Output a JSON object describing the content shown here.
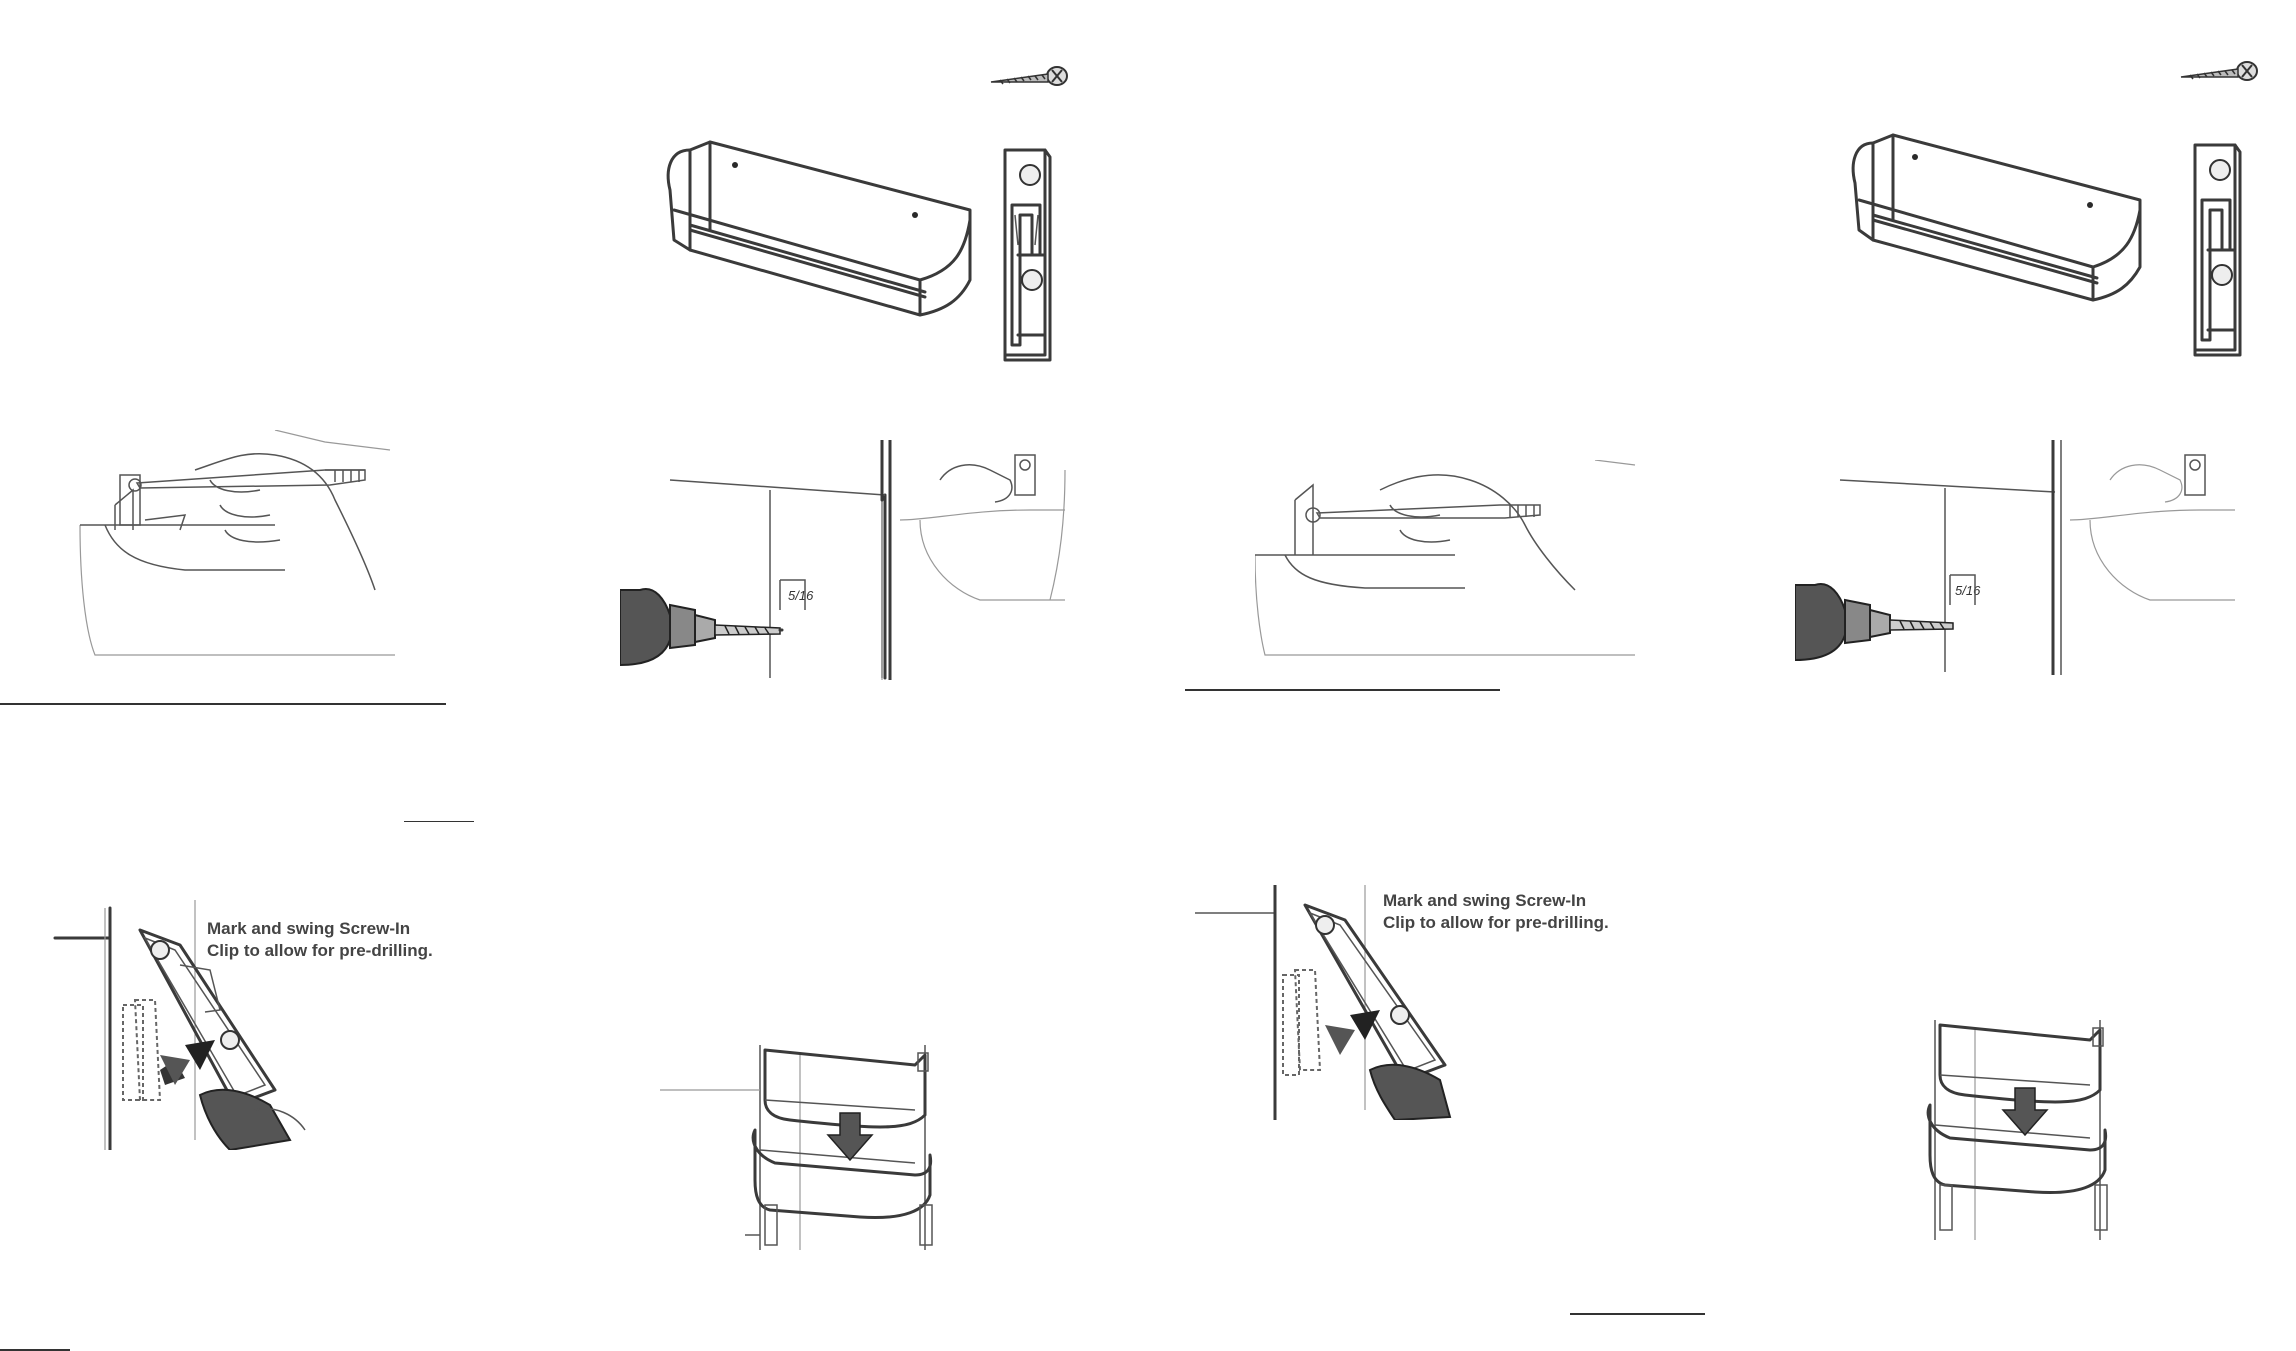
{
  "callouts": {
    "left": "Mark and swing Screw-In\nClip to allow for pre-drilling.",
    "right": "Mark and swing Screw-In\nClip to allow for pre-drilling."
  },
  "drill_size": {
    "left": "5/16",
    "right": "5/16"
  },
  "icons": {
    "screw": "screw-icon",
    "shelf": "spice-rack-shelf-icon",
    "clip": "screw-in-clip-icon",
    "pencil": "pencil-marking-icon",
    "drill": "drill-icon",
    "arrow": "down-arrow-icon"
  }
}
